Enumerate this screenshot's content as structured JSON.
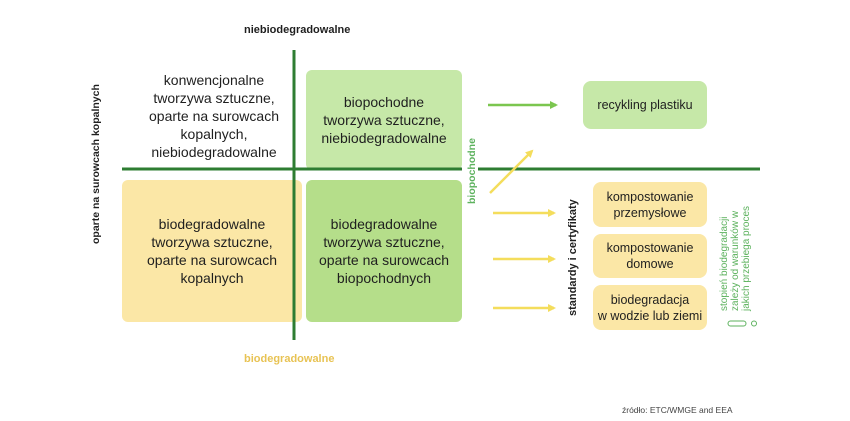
{
  "axes": {
    "top_label": "niebiodegradowalne",
    "bottom_label": "biodegradowalne",
    "left_label": "oparte na surowcach kopalnych",
    "middle_label": "biopochodne"
  },
  "quadrants": {
    "top_left": "konwencjonalne\ntworzywa sztuczne,\noparte na surowcach\nkopalnych,\nniebiodegradowalne",
    "top_right": "biopochodne\ntworzywa sztuczne,\nniebiodegradowalne",
    "bottom_left": "biodegradowalne\ntworzywa sztuczne,\noparte na surowcach\nkopalnych",
    "bottom_right": "biodegradowalne\ntworzywa sztuczne,\noparte na surowcach\nbiopochodnych"
  },
  "outcomes": {
    "recycling": "recykling plastiku",
    "industrial": "kompostowanie\nprzemysłowe",
    "home": "kompostowanie\ndomowe",
    "soil": "biodegradacja\nw wodzie lub ziemi"
  },
  "standards_label": "standardy  i  certyfikaty",
  "side_note": "stopień biodegradacji\nzależy od warunków w\njakich przebiega proces",
  "source": "źródło: ETC/WMGE and EEA",
  "colors": {
    "dark_green": "#2e7d32",
    "light_green": "#c6e8a8",
    "mid_green": "#b5de8a",
    "yellow_fill": "#fbe7a6",
    "yellow_arrow": "#f4dd5c",
    "green_arrow": "#7bc64f",
    "yellow_text": "#e8c354",
    "green_text": "#5db25e"
  }
}
